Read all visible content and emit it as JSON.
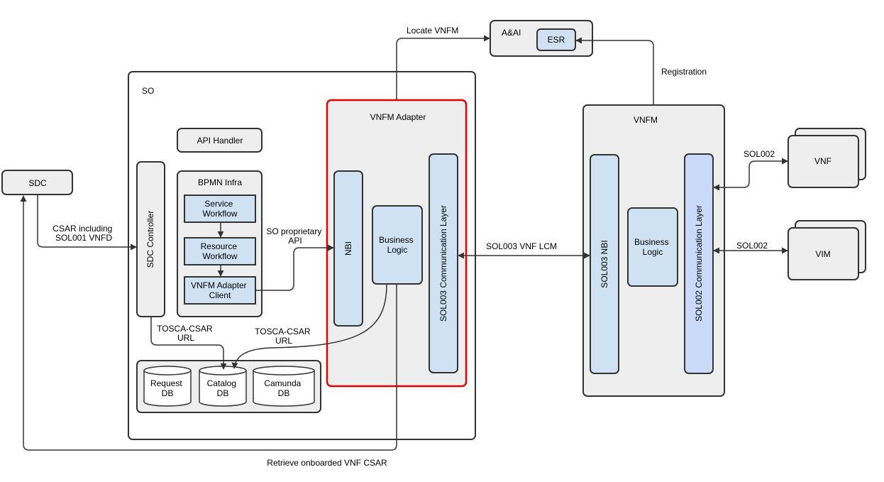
{
  "colors": {
    "stroke": "#333333",
    "container_fill": "#ffffff",
    "box_fill": "#eeeeee",
    "component_fill": "#cfe2f3",
    "sol002_layer_fill": "#c9daf8",
    "adapter_border": "#e00000"
  },
  "nodes": {
    "aai": "A&AI",
    "esr": "ESR",
    "so": "SO",
    "vnfm_adapter": "VNFM Adapter",
    "vnfm": "VNFM",
    "sdc": "SDC",
    "api_handler": "API Handler",
    "bpmn_infra": "BPMN Infra",
    "service_workflow": [
      "Service",
      "Workflow"
    ],
    "resource_workflow": [
      "Resource",
      "Workflow"
    ],
    "vnfm_adapter_client": [
      "VNFM Adapter",
      "Client"
    ],
    "sdc_controller": "SDC Controller",
    "adapter_nbi": "NBI",
    "adapter_business_logic": [
      "Business",
      "Logic"
    ],
    "adapter_sol003_layer": "SOL003 Communication Layer",
    "vnfm_sol003_nbi": "SOL003 NBI",
    "vnfm_business_logic": [
      "Business",
      "Logic"
    ],
    "vnfm_sol002_layer": "SOL002 Communication Layer",
    "vnf": "VNF",
    "vim": "VIM",
    "request_db": [
      "Request",
      "DB"
    ],
    "catalog_db": [
      "Catalog",
      "DB"
    ],
    "camunda_db": [
      "Camunda",
      "DB"
    ]
  },
  "edges": {
    "locate_vnfm": "Locate VNFM",
    "registration": "Registration",
    "sol002_vnf": "SOL002",
    "sol002_vim": "SOL002",
    "csar": [
      "CSAR including",
      "SOL001 VNFD"
    ],
    "so_api": [
      "SO proprietary",
      "API"
    ],
    "sol003_lcm": "SOL003 VNF LCM",
    "tosca_sdc": [
      "TOSCA-CSAR",
      "URL"
    ],
    "tosca_adapter": [
      "TOSCA-CSAR",
      "URL"
    ],
    "retrieve": "Retrieve onboarded VNF CSAR"
  }
}
